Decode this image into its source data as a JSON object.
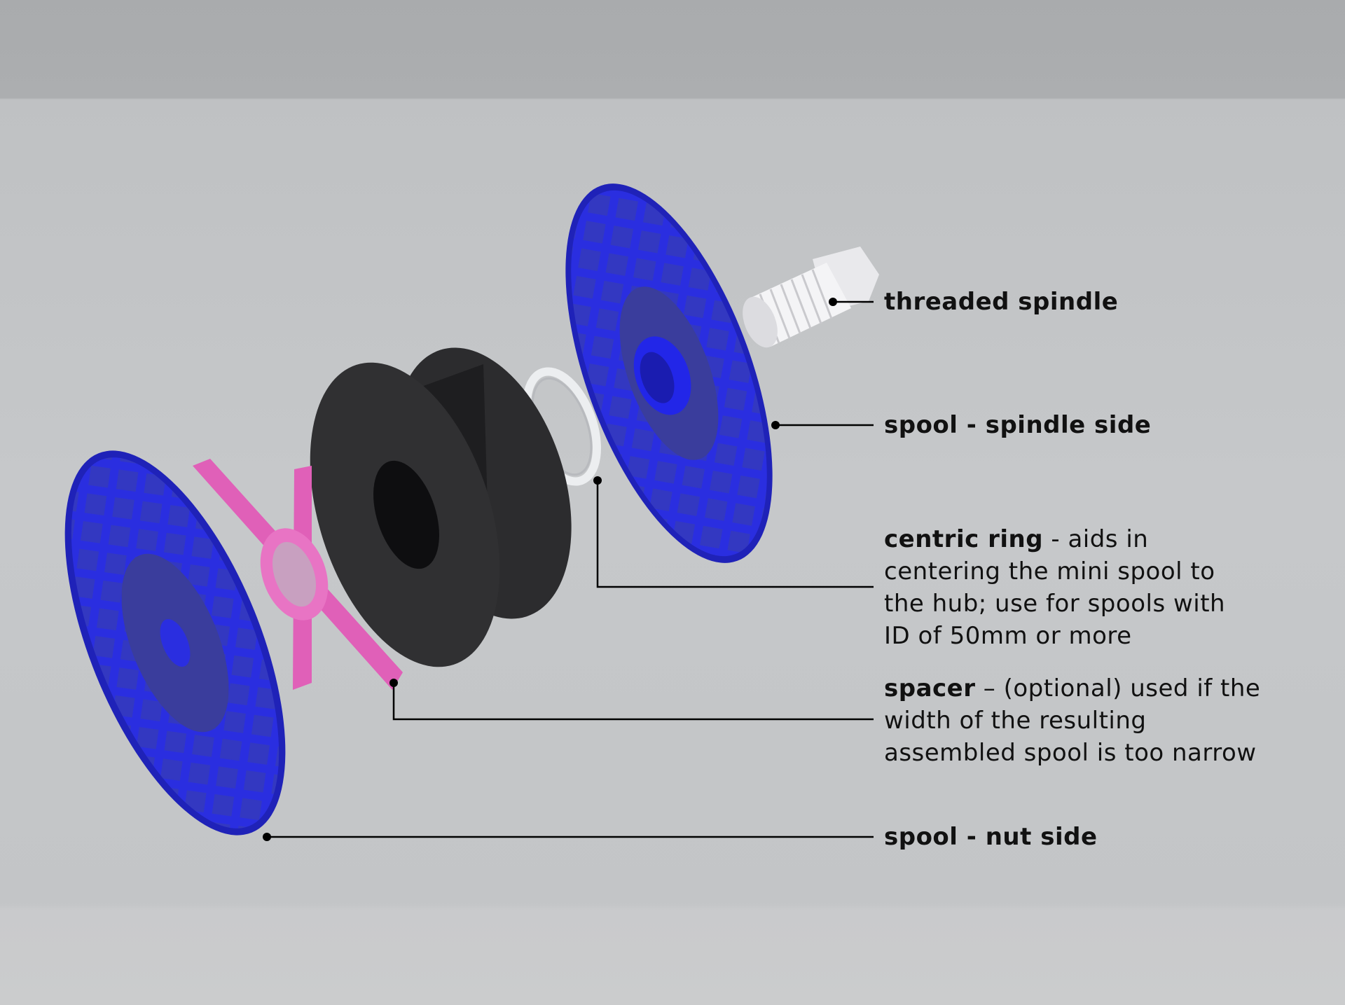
{
  "labels": {
    "threaded_spindle": {
      "title": "threaded spindle"
    },
    "spool_spindle_side": {
      "title": "spool - spindle side"
    },
    "centric_ring": {
      "title": "centric ring",
      "desc_first": " - aids in",
      "lines": [
        "centering the mini spool to",
        "the hub; use for spools with",
        "ID of 50mm or more"
      ]
    },
    "spacer": {
      "title": "spacer",
      "desc_first": " – (optional) used if the",
      "lines": [
        "width of the resulting",
        "assembled spool is too narrow"
      ]
    },
    "spool_nut_side": {
      "title": "spool - nut side"
    }
  },
  "colors": {
    "spool": "#2a2ee0",
    "spacer": "#e060b8",
    "mini_spool": "#2a2a2c",
    "ring": "#e8e9ec",
    "spindle": "#f2f2f4",
    "leader": "#000000"
  }
}
